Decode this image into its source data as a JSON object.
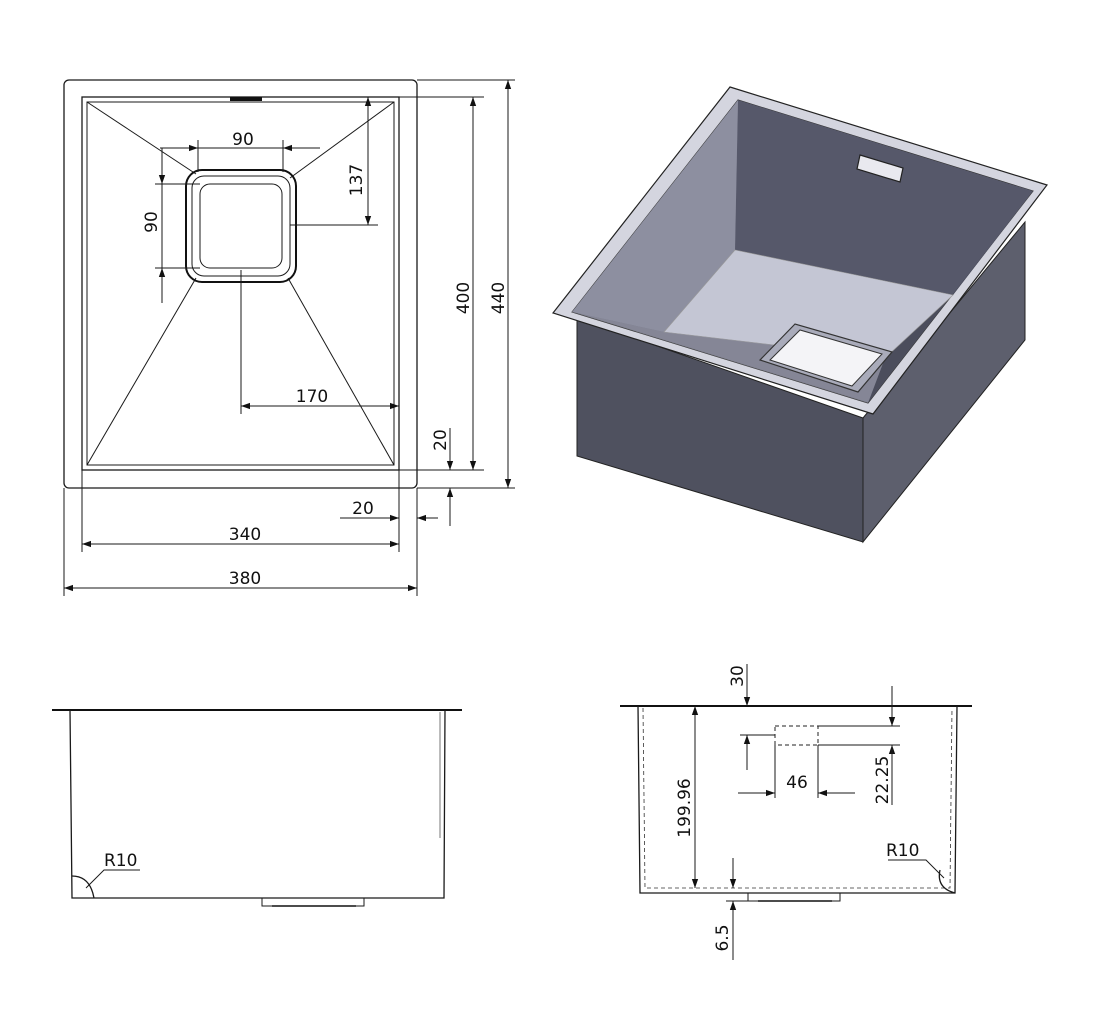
{
  "top_view": {
    "dims": {
      "outlet_width": "90",
      "outlet_height": "90",
      "outlet_offset_top": "137",
      "outlet_offset_side": "170",
      "inner_width": "340",
      "outer_width": "380",
      "inner_depth": "400",
      "outer_depth": "440",
      "flange_side": "20",
      "flange_bottom": "20"
    }
  },
  "front_view": {
    "radius_label": "R10"
  },
  "side_view": {
    "radius_label": "R10",
    "dims": {
      "overflow_offset": "30",
      "overflow_width": "46",
      "overflow_height": "22.25",
      "bowl_depth": "199.96",
      "base_thickness": "6.5"
    }
  },
  "colors": {
    "line": "#1a1a1a",
    "sink_inner_wall": "#5a5b6b",
    "sink_floor": "#c3c5d3",
    "sink_outer_side": "#585a68",
    "sink_outer_front": "#4e505e",
    "sink_rim": "#d7d8e2"
  }
}
